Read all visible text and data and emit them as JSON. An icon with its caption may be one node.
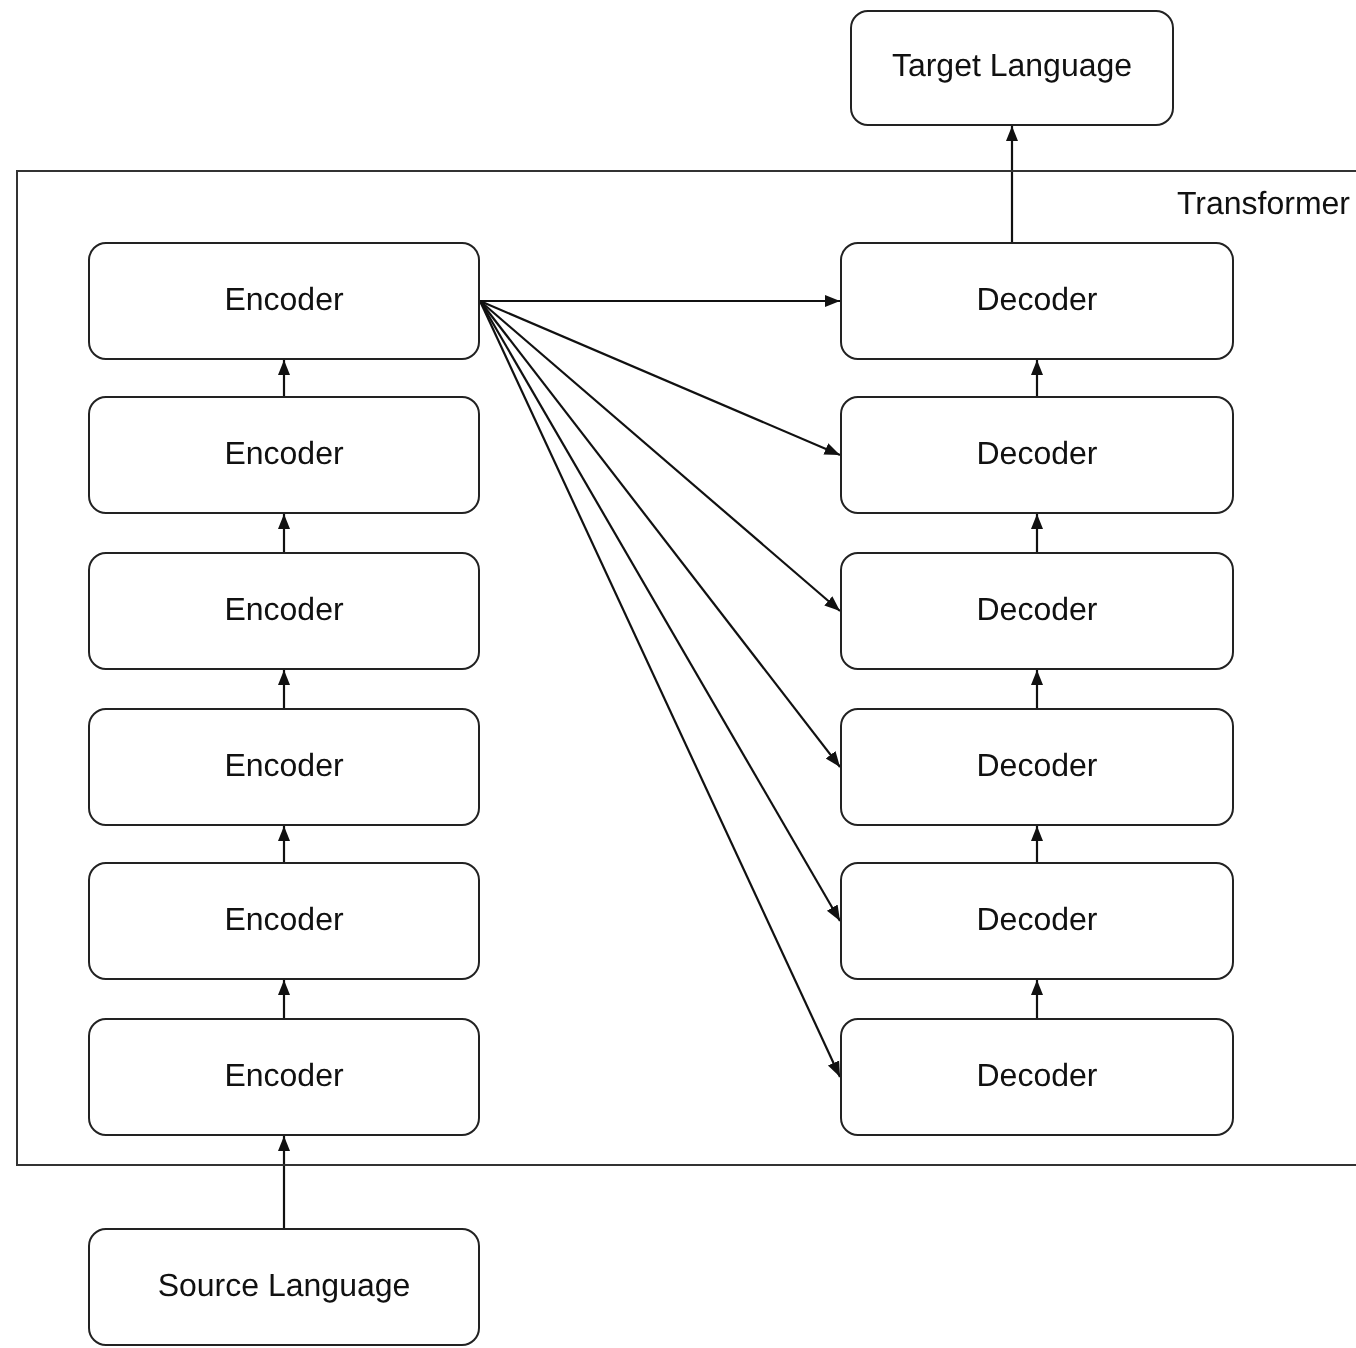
{
  "diagram": {
    "nodes": [
      {
        "text": [
          "Target Language"
        ]
      },
      {
        "text": [
          "Transformer"
        ]
      },
      {
        "text": [
          "Encoder"
        ],
        "in": 1
      },
      {
        "text": [
          "Encoder"
        ],
        "in": 1
      },
      {
        "text": [
          "Encoder"
        ],
        "in": 1
      },
      {
        "text": [
          "Encoder"
        ],
        "in": 1
      },
      {
        "text": [
          "Encoder"
        ],
        "in": 1
      },
      {
        "text": [
          "Encoder"
        ],
        "in": 1
      },
      {
        "text": [
          "Decoder"
        ],
        "in": 1
      },
      {
        "text": [
          "Decoder"
        ],
        "in": 1
      },
      {
        "text": [
          "Decoder"
        ],
        "in": 1
      },
      {
        "text": [
          "Decoder"
        ],
        "in": 1
      },
      {
        "text": [
          "Decoder"
        ],
        "in": 1
      },
      {
        "text": [
          "Decoder"
        ],
        "in": 1
      },
      {
        "text": [
          "Source Language"
        ]
      }
    ],
    "edges": [
      {
        "from": 14,
        "to": 7,
        "arrow": "to"
      },
      {
        "from": 7,
        "to": 6,
        "arrow": "to"
      },
      {
        "from": 6,
        "to": 5,
        "arrow": "to"
      },
      {
        "from": 5,
        "to": 4,
        "arrow": "to"
      },
      {
        "from": 4,
        "to": 3,
        "arrow": "to"
      },
      {
        "from": 3,
        "to": 2,
        "arrow": "to"
      },
      {
        "from": 2,
        "to": 8,
        "arrow": "to"
      },
      {
        "from": 2,
        "to": 9,
        "arrow": "to"
      },
      {
        "from": 2,
        "to": 10,
        "arrow": "to"
      },
      {
        "from": 2,
        "to": 11,
        "arrow": "to"
      },
      {
        "from": 2,
        "to": 12,
        "arrow": "to"
      },
      {
        "from": 2,
        "to": 13,
        "arrow": "to"
      },
      {
        "from": 13,
        "to": 12,
        "arrow": "to"
      },
      {
        "from": 12,
        "to": 11,
        "arrow": "to"
      },
      {
        "from": 11,
        "to": 10,
        "arrow": "to"
      },
      {
        "from": 10,
        "to": 9,
        "arrow": "to"
      },
      {
        "from": 9,
        "to": 8,
        "arrow": "to"
      },
      {
        "from": 8,
        "to": 0,
        "arrow": "to"
      }
    ]
  }
}
